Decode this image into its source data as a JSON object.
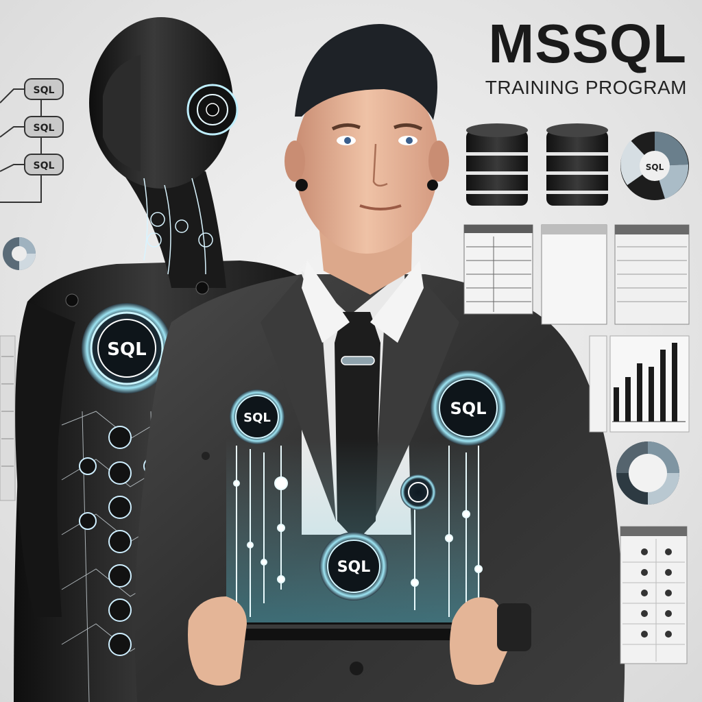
{
  "header": {
    "title": "MSSQL",
    "subtitle": "TRAINING PROGRAM"
  },
  "badges": {
    "robot_chest": "SQL",
    "left_float": "SQL",
    "right_float": "SQL",
    "bottom_center": "SQL",
    "pie_top_right": "SQL"
  },
  "diagram_left": {
    "node1": "SQL",
    "node2": "SQL",
    "node3": "SQL"
  },
  "colors": {
    "accent_glow": "#6fd3e6",
    "suit": "#3a3a3a",
    "robot": "#1c1c1c",
    "background": "#e9e9e9"
  }
}
